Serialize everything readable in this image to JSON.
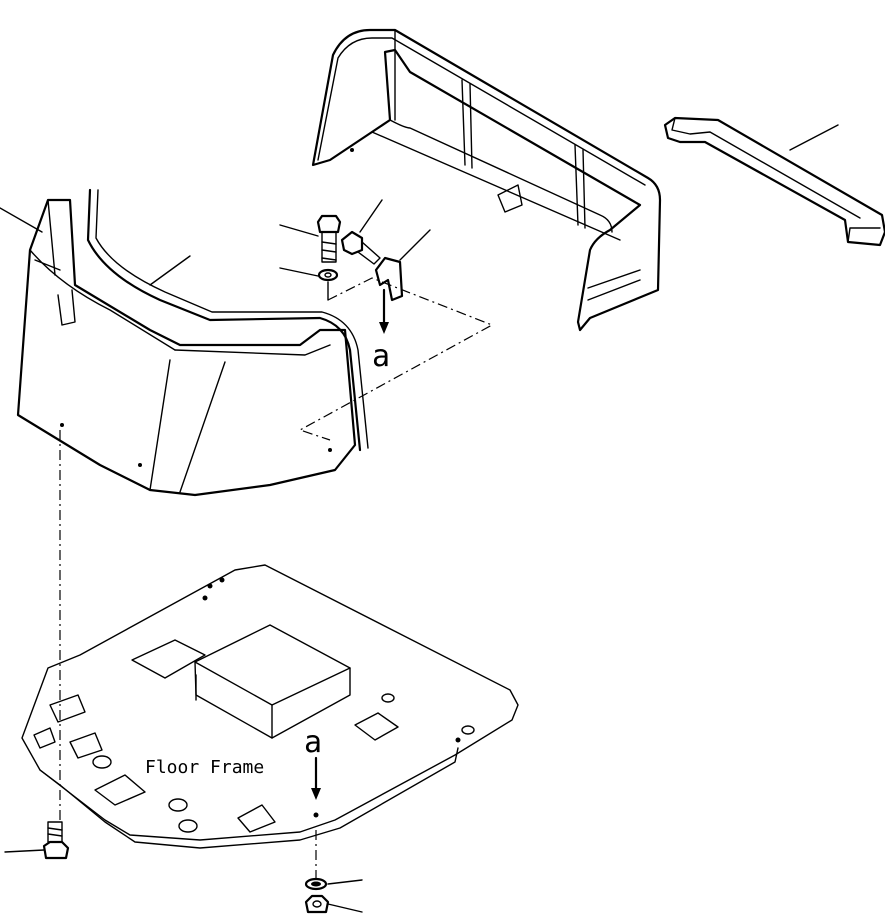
{
  "labels": {
    "floor_frame": "Floor Frame",
    "ref_a_top": "a",
    "ref_a_bottom": "a"
  },
  "colors": {
    "line": "#000000",
    "background": "#ffffff"
  }
}
